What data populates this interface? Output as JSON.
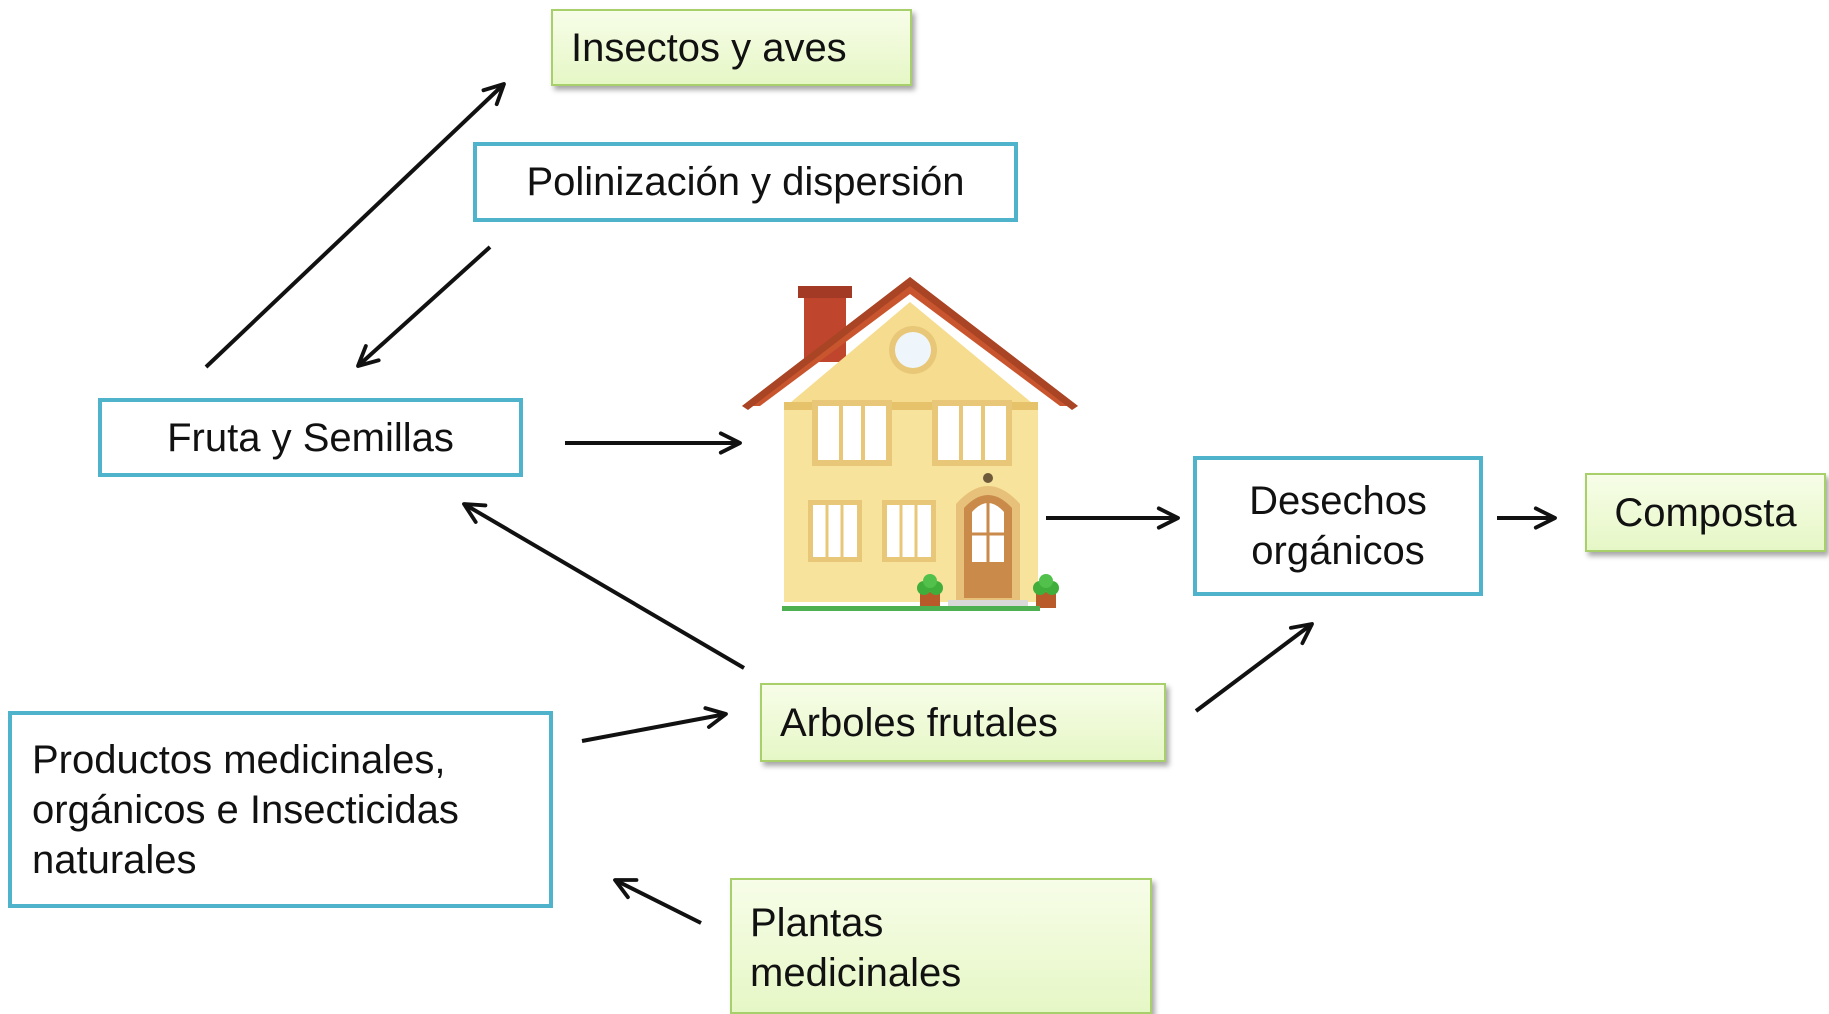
{
  "diagram": {
    "nodes": {
      "insectos": "Insectos y aves",
      "polinizacion": "Polinización y dispersión",
      "fruta": "Fruta y Semillas",
      "desechos": "Desechos\norgánicos",
      "composta": "Composta",
      "arboles": "Arboles frutales",
      "productos": "Productos medicinales,\norgánicos e Insecticidas\nnaturales",
      "plantas": "Plantas\nmedicinales"
    },
    "house_icon": "house-icon",
    "colors": {
      "blue_border": "#4fb3cc",
      "green_fill": "#e6f7c6",
      "green_border": "#a7cf6a",
      "arrow": "#111111"
    },
    "edges": [
      {
        "from": "fruta",
        "to": "insectos"
      },
      {
        "from": "polinizacion",
        "to": "fruta"
      },
      {
        "from": "fruta",
        "to": "house"
      },
      {
        "from": "house",
        "to": "desechos"
      },
      {
        "from": "desechos",
        "to": "composta"
      },
      {
        "from": "arboles",
        "to": "fruta"
      },
      {
        "from": "arboles",
        "to": "desechos"
      },
      {
        "from": "productos",
        "to": "arboles"
      },
      {
        "from": "plantas",
        "to": "productos"
      }
    ]
  }
}
